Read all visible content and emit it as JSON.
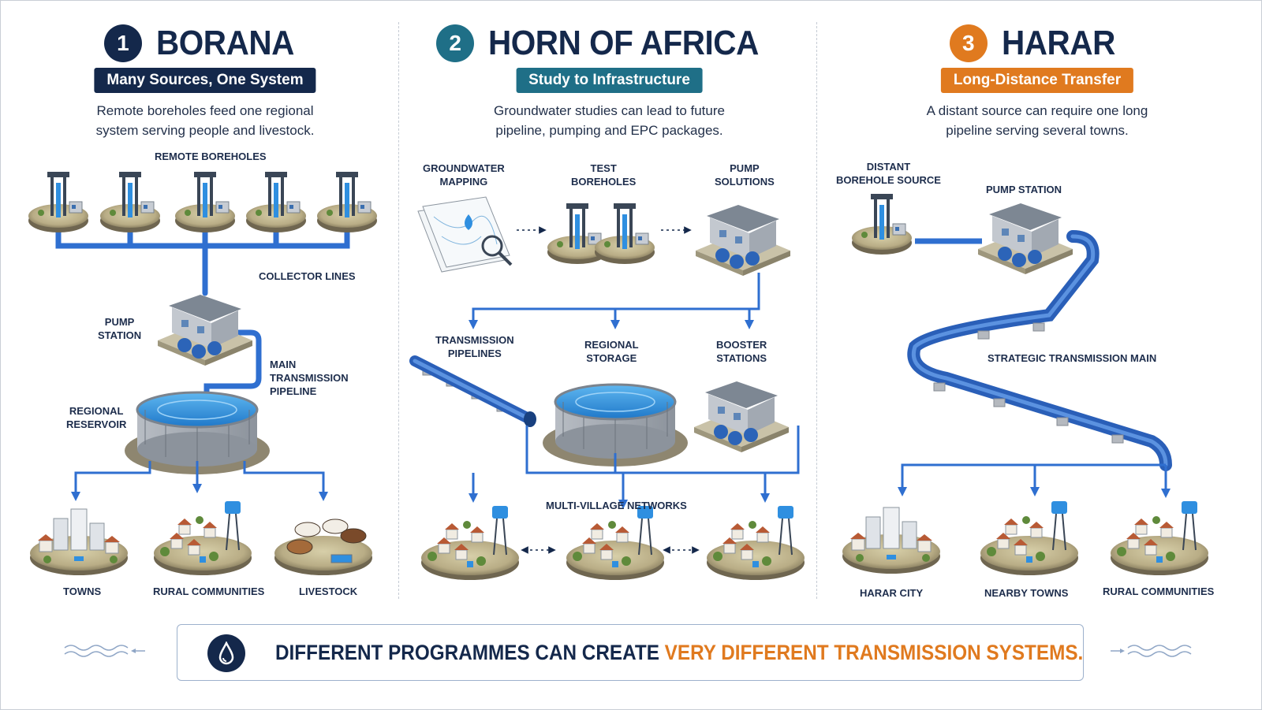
{
  "panels": [
    {
      "number": "1",
      "title": "BORANA",
      "subtitle": "Many Sources, One System",
      "description_line1": "Remote boreholes feed one regional",
      "description_line2": "system serving people and livestock.",
      "labels": {
        "remote_boreholes": "REMOTE BOREHOLES",
        "collector_lines": "COLLECTOR LINES",
        "pump_station_1": "PUMP",
        "pump_station_2": "STATION",
        "main_1": "MAIN",
        "main_2": "TRANSMISSION",
        "main_3": "PIPELINE",
        "reservoir_1": "REGIONAL",
        "reservoir_2": "RESERVOIR",
        "towns": "TOWNS",
        "rural": "RURAL COMMUNITIES",
        "livestock": "LIVESTOCK"
      }
    },
    {
      "number": "2",
      "title": "HORN OF AFRICA",
      "subtitle": "Study to Infrastructure",
      "description_line1": "Groundwater studies can lead to future",
      "description_line2": "pipeline, pumping and EPC packages.",
      "labels": {
        "gw_1": "GROUNDWATER",
        "gw_2": "MAPPING",
        "test_1": "TEST",
        "test_2": "BOREHOLES",
        "pump_1": "PUMP",
        "pump_2": "SOLUTIONS",
        "trans_1": "TRANSMISSION",
        "trans_2": "PIPELINES",
        "storage_1": "REGIONAL",
        "storage_2": "STORAGE",
        "booster_1": "BOOSTER",
        "booster_2": "STATIONS",
        "multi": "MULTI-VILLAGE NETWORKS"
      }
    },
    {
      "number": "3",
      "title": "HARAR",
      "subtitle": "Long-Distance Transfer",
      "description_line1": "A distant source can require one long",
      "description_line2": "pipeline serving several towns.",
      "labels": {
        "distant_1": "DISTANT",
        "distant_2": "BOREHOLE SOURCE",
        "pump": "PUMP STATION",
        "strategic": "STRATEGIC TRANSMISSION MAIN",
        "harar_city": "HARAR CITY",
        "nearby": "NEARBY TOWNS",
        "rural": "RURAL COMMUNITIES"
      }
    }
  ],
  "banner": {
    "text_part1": "DIFFERENT PROGRAMMES CAN CREATE ",
    "text_part2": "VERY DIFFERENT TRANSMISSION SYSTEMS."
  },
  "colors": {
    "navy": "#14284b",
    "teal": "#1f6f87",
    "orange": "#e07a1f",
    "pipe": "#2f6fd0",
    "water": "#3d9ee6"
  },
  "icons": [
    "water-drop-icon",
    "borehole-icon",
    "pump-station-icon",
    "reservoir-icon",
    "town-icon",
    "village-icon",
    "livestock-icon",
    "map-icon"
  ]
}
